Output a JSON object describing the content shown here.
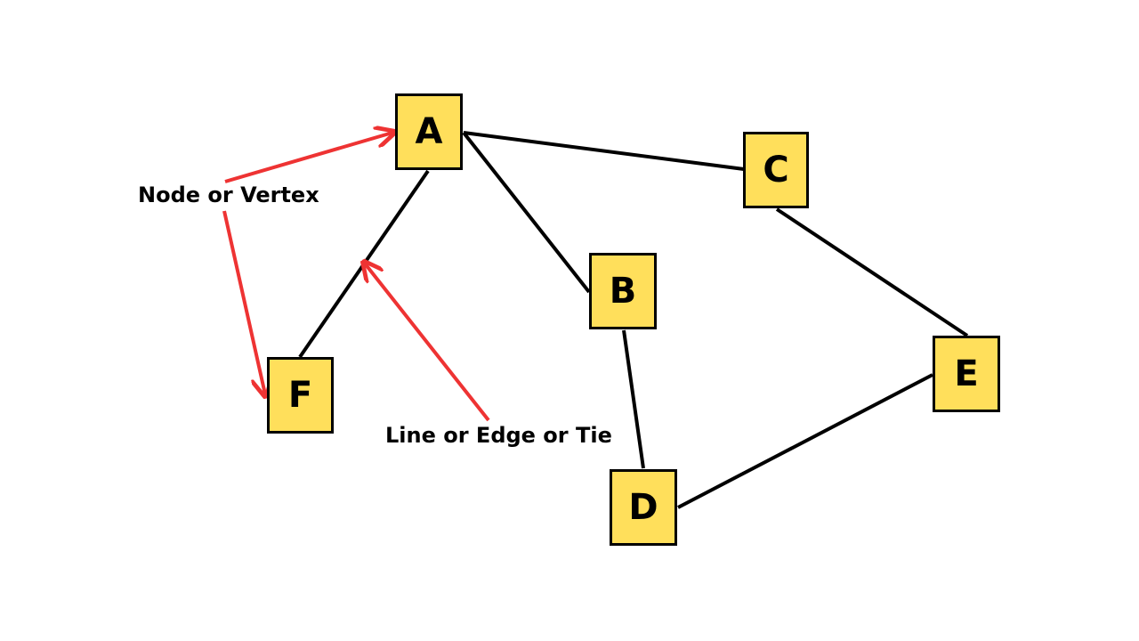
{
  "nodes": {
    "A": "A",
    "B": "B",
    "C": "C",
    "D": "D",
    "E": "E",
    "F": "F"
  },
  "edges": [
    {
      "from": "A",
      "to": "C"
    },
    {
      "from": "A",
      "to": "B"
    },
    {
      "from": "A",
      "to": "F"
    },
    {
      "from": "B",
      "to": "D"
    },
    {
      "from": "C",
      "to": "E"
    },
    {
      "from": "D",
      "to": "E"
    }
  ],
  "annotations": {
    "node_label": "Node or Vertex",
    "edge_label": "Line or Edge or Tie"
  },
  "colors": {
    "node_fill": "#ffdf5b",
    "node_border": "#000000",
    "edge": "#000000",
    "annotation_arrow": "#ee3333"
  }
}
